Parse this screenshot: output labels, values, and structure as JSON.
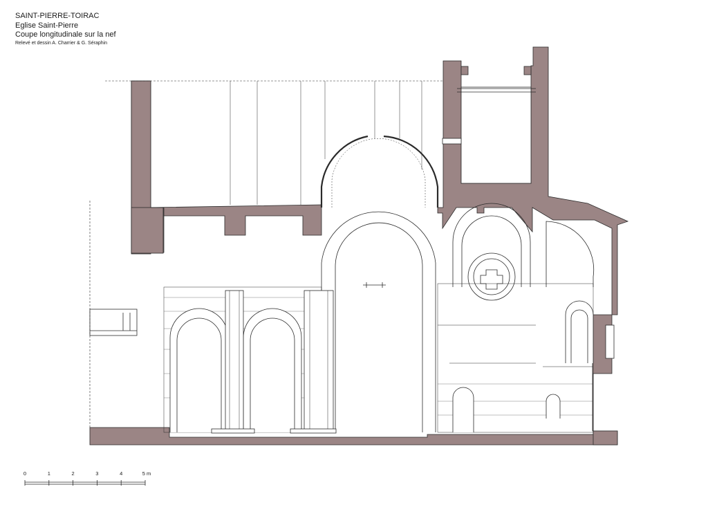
{
  "title_block": {
    "site": "SAINT-PIERRE-TOIRAC",
    "building": "Eglise Saint-Pierre",
    "view": "Coupe longitudinale sur la nef",
    "credits": "Relevé et dessin A. Charrier & G. Séraphin"
  },
  "scale_bar": {
    "ticks": [
      "0",
      "1",
      "2",
      "3",
      "4",
      "5 m"
    ]
  },
  "colors": {
    "section_fill": "#9b8585",
    "line": "#2a2a2a",
    "background": "#ffffff"
  }
}
